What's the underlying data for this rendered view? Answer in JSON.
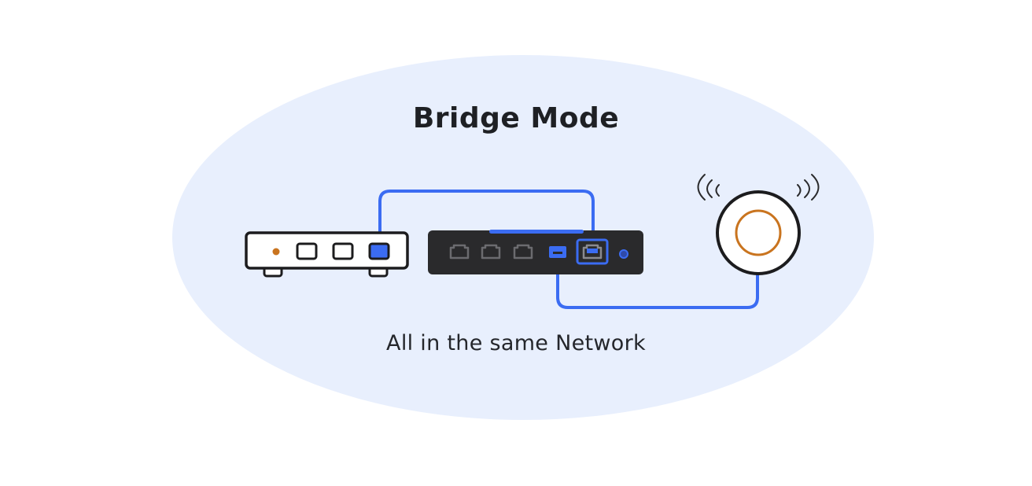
{
  "diagram": {
    "title": "Bridge Mode",
    "caption": "All in the same Network",
    "nodes": [
      {
        "id": "modem",
        "icon": "modem-icon"
      },
      {
        "id": "router",
        "icon": "router-icon"
      },
      {
        "id": "access-point",
        "icon": "access-point-icon"
      }
    ],
    "edges": [
      {
        "from": "modem",
        "to": "router",
        "kind": "ethernet-cable"
      },
      {
        "from": "router",
        "to": "access-point",
        "kind": "ethernet-cable"
      }
    ]
  },
  "colors": {
    "background": "#ffffff",
    "network_zone": "#e8effd",
    "cable": "#3b6cf2",
    "outline": "#1c1c1e",
    "router_body": "#2a2a2c",
    "port_inactive": "#6b6b6f",
    "led": "#c9741f",
    "ap_ring": "#c9741f"
  }
}
